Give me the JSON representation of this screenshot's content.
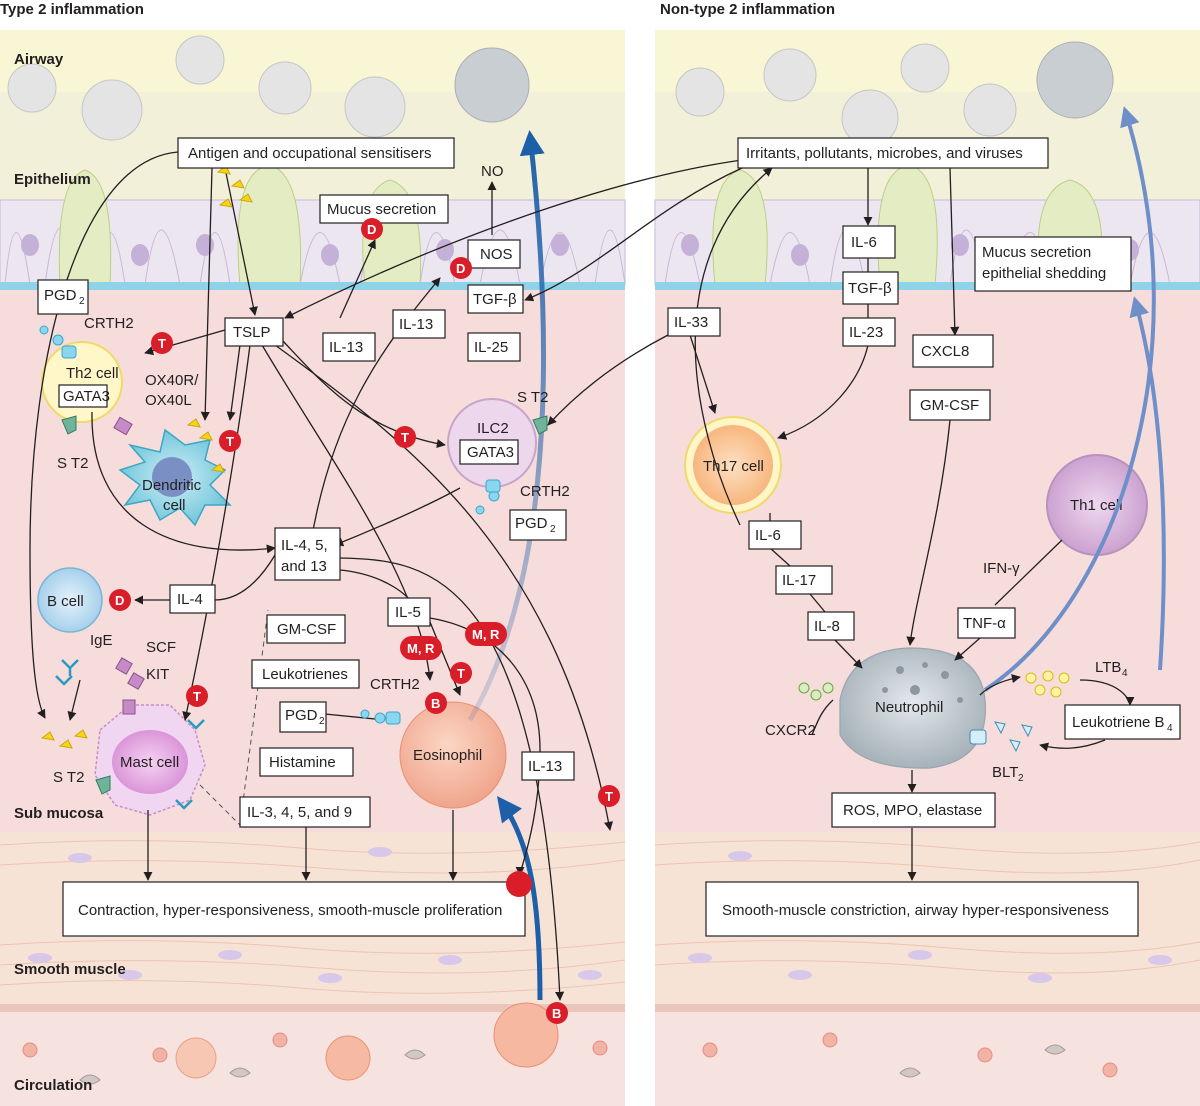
{
  "panels": {
    "left_title": "Type 2 inflammation",
    "right_title": "Non-type 2 inflammation"
  },
  "layers": {
    "airway": "Airway",
    "epithelium": "Epithelium",
    "submucosa": "Sub mucosa",
    "smooth_muscle": "Smooth muscle",
    "circulation": "Circulation"
  },
  "left": {
    "antigen": "Antigen and occupational sensitisers",
    "mucus": "Mucus secretion",
    "no": "NO",
    "nos": "NOS",
    "tgfb": "TGF-β",
    "il25": "IL-25",
    "il13_a": "IL-13",
    "il13_b": "IL-13",
    "il13_c": "IL-13",
    "tslp": "TSLP",
    "pgd2_a": "PGD",
    "pgd2_b": "PGD",
    "pgd2_c": "PGD",
    "sub2": "2",
    "crth2_a": "CRTH2",
    "crth2_b": "CRTH2",
    "crth2_c": "CRTH2",
    "th2": "Th2 cell",
    "gata3_a": "GATA3",
    "gata3_b": "GATA3",
    "ox40r": "OX40R/",
    "ox40l": "OX40L",
    "st2_a": "S T2",
    "st2_b": "S T2",
    "st2_c": "S T2",
    "dendritic_1": "Dendritic",
    "dendritic_2": "cell",
    "ilc2": "ILC2",
    "il45_1": "IL-4, 5,",
    "il45_2": "and 13",
    "il4": "IL-4",
    "bcell": "B cell",
    "ige": "IgE",
    "scf": "SCF",
    "kit": "KIT",
    "mast": "Mast cell",
    "il5": "IL-5",
    "mr": "M, R",
    "gmcsf": "GM-CSF",
    "leukotrienes": "Leukotrienes",
    "histamine": "Histamine",
    "il3459": "IL-3, 4, 5, and 9",
    "eosinophil": "Eosinophil",
    "outcome": "Contraction, hyper-responsiveness, smooth-muscle proliferation"
  },
  "right": {
    "irritants": "Irritants, pollutants, microbes, and viruses",
    "il6_a": "IL-6",
    "tgfb": "TGF-β",
    "il23": "IL-23",
    "cxcl8": "CXCL8",
    "il33": "IL-33",
    "mucus_1": "Mucus secretion",
    "mucus_2": "epithelial shedding",
    "gmcsf": "GM-CSF",
    "th17": "Th17 cell",
    "il6_b": "IL-6",
    "il17": "IL-17",
    "il8": "IL-8",
    "th1": "Th1 cell",
    "ifng": "IFN-γ",
    "tnfa": "TNF-α",
    "neutrophil": "Neutrophil",
    "cxcr2": "CXCR2",
    "ltb4": "LTB",
    "ltb4_sub": "4",
    "leukb4": "Leukotriene B",
    "leukb4_sub": "4",
    "blt2": "BLT",
    "blt2_sub": "2",
    "ros": "ROS, MPO, elastase",
    "outcome": "Smooth-muscle constriction, airway hyper-responsiveness"
  },
  "badges": {
    "T": "T",
    "D": "D",
    "B": "B"
  },
  "colors": {
    "airway": "#f8f6d4",
    "epithelium": "#efe8f3",
    "submucosa": "#f6dcdb",
    "muscle": "#f7e3d6",
    "circulation": "#f6e2df",
    "basement": "#8fd3e8",
    "badge": "#d91e2a",
    "arrow_blue": "#1d5fa8"
  }
}
